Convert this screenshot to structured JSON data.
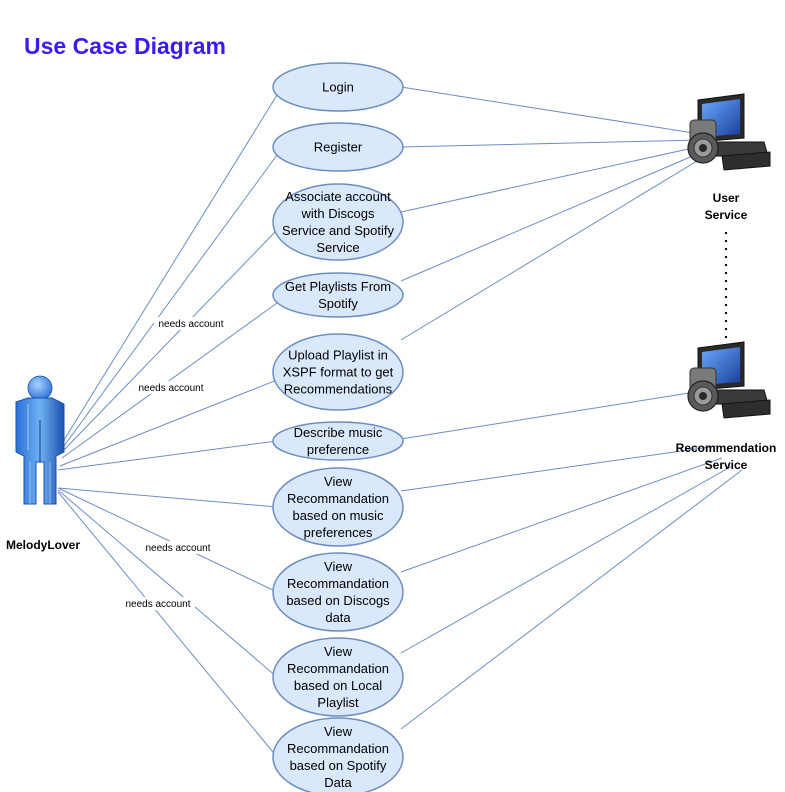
{
  "title": "Use Case Diagram",
  "actors": {
    "user": {
      "label": "MelodyLover"
    },
    "user_service": {
      "label_lines": [
        "User",
        "Service"
      ]
    },
    "recommendation_service": {
      "label_lines": [
        "Recommendation",
        "Service"
      ]
    }
  },
  "use_cases": [
    {
      "id": "login",
      "lines": [
        "Login"
      ]
    },
    {
      "id": "register",
      "lines": [
        "Register"
      ]
    },
    {
      "id": "associate-account",
      "lines": [
        "Associate account",
        "with Discogs",
        "Service and Spotify",
        "Service"
      ]
    },
    {
      "id": "get-playlists",
      "lines": [
        "Get Playlists From",
        "Spotify"
      ]
    },
    {
      "id": "upload-playlist",
      "lines": [
        "Upload Playlist in",
        "XSPF format to get",
        "Recommendations"
      ]
    },
    {
      "id": "describe-music",
      "lines": [
        "Describe music",
        "preference"
      ]
    },
    {
      "id": "view-rec-music",
      "lines": [
        "View",
        "Recommandation",
        "based on music",
        "preferences"
      ]
    },
    {
      "id": "view-rec-discogs",
      "lines": [
        "View",
        "Recommandation",
        "based on Discogs",
        "data"
      ]
    },
    {
      "id": "view-rec-local",
      "lines": [
        "View",
        "Recommandation",
        "based on Local",
        "Playlist"
      ]
    },
    {
      "id": "view-rec-spotify",
      "lines": [
        "View",
        "Recommandation",
        "based on Spotify",
        "Data"
      ]
    }
  ],
  "edge_labels": [
    "needs account",
    "needs account",
    "needs account",
    "needs account"
  ],
  "colors": {
    "title": "#3a1af5",
    "ellipse_fill": "#dae8fc",
    "ellipse_stroke": "#6c8ebf",
    "line": "#6c8ebf"
  }
}
